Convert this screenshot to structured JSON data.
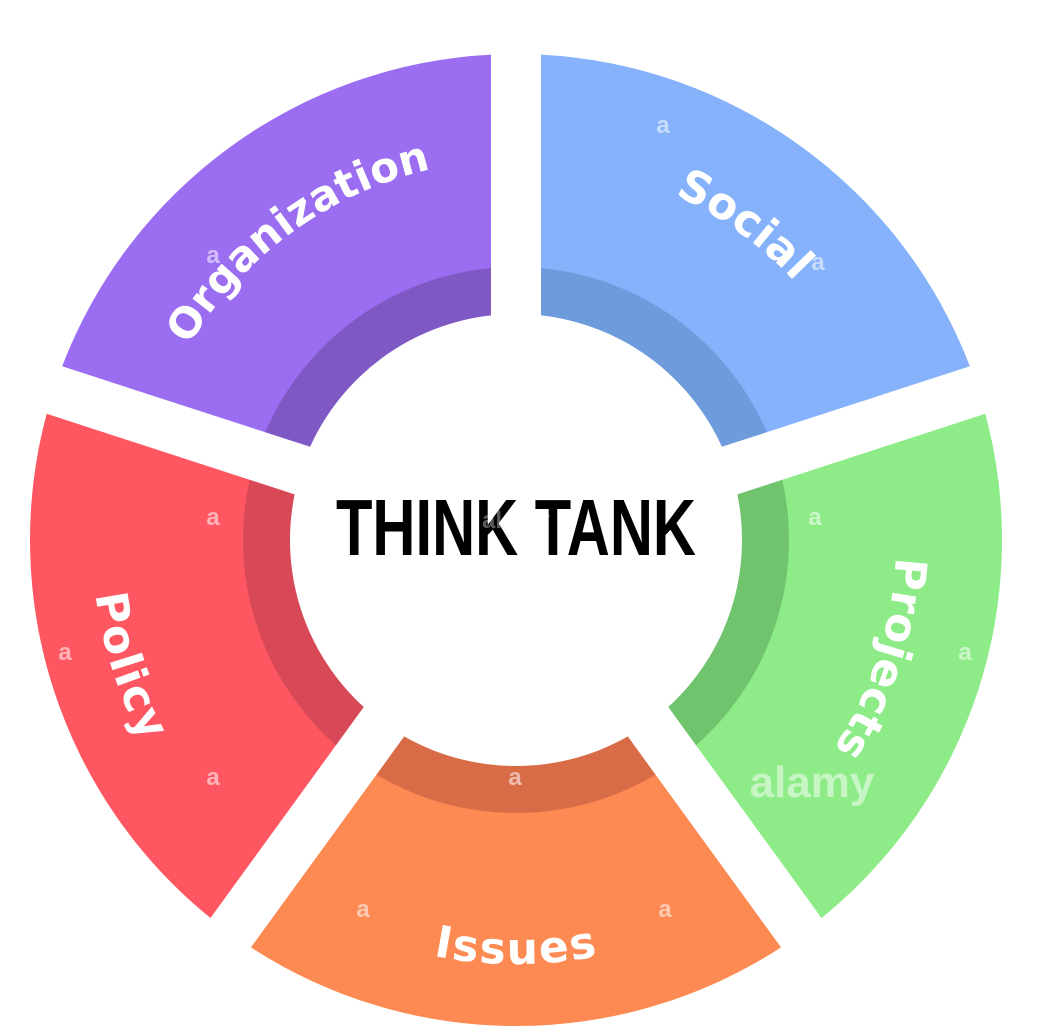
{
  "title": "THINK TANK",
  "segments": [
    {
      "label": "Social",
      "color": "#85B2FB",
      "ring_color": "#6E9BDC"
    },
    {
      "label": "Projects",
      "color": "#8EEC88",
      "ring_color": "#70C46E"
    },
    {
      "label": "Issues",
      "color": "#FE8A53",
      "ring_color": "#D86C47"
    },
    {
      "label": "Policy",
      "color": "#FE5762",
      "ring_color": "#D84957"
    },
    {
      "label": "Organization",
      "color": "#9B6EF1",
      "ring_color": "#7E59C4"
    }
  ],
  "watermark": {
    "letter": "a",
    "brand": "alamy"
  }
}
